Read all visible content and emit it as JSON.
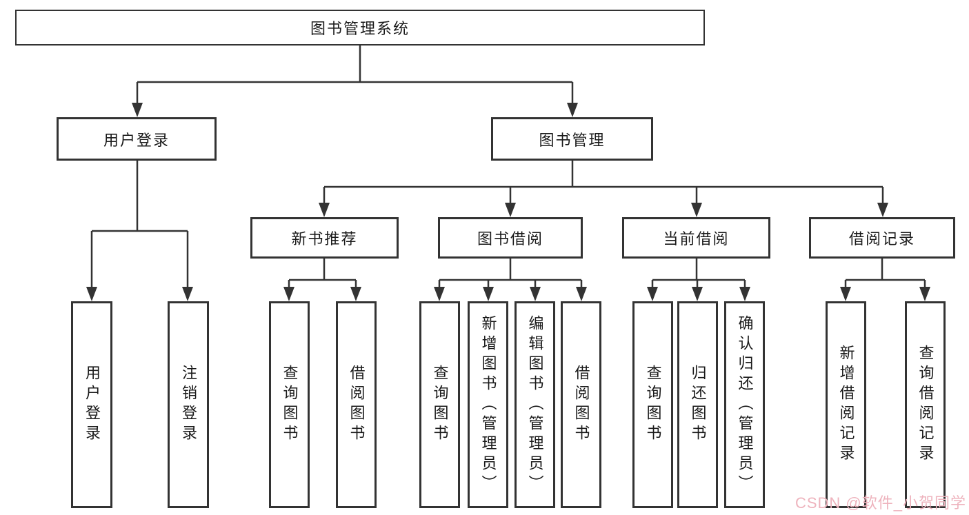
{
  "diagram": {
    "title": "图书管理系统",
    "nodes": {
      "root": "图书管理系统",
      "user_login": "用户登录",
      "book_management": "图书管理",
      "new_book_recommend": "新书推荐",
      "book_borrow": "图书借阅",
      "current_borrow": "当前借阅",
      "borrow_records": "借阅记录",
      "user_login_children": [
        "用户登录",
        "注销登录"
      ],
      "new_book_recommend_children": [
        "查询图书",
        "借阅图书"
      ],
      "book_borrow_children": [
        "查询图书",
        "新增图书（管理员）",
        "编辑图书（管理员）",
        "借阅图书"
      ],
      "current_borrow_children": [
        "查询图书",
        "归还图书",
        "确认归还（管理员）"
      ],
      "borrow_records_children": [
        "新增借阅记录",
        "查询借阅记录"
      ]
    },
    "colors": {
      "line": "#333333",
      "box_border": "#333333",
      "box_background": "#ffffff",
      "text": "#1a1a1a",
      "watermark": "#eeb3bd"
    }
  },
  "watermark": {
    "text": "CSDN @软件_小贺同学"
  }
}
